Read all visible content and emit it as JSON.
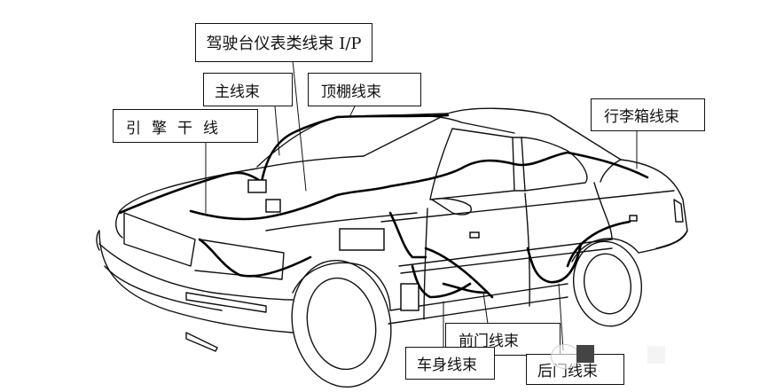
{
  "diagram": {
    "subject": "Car wiring harness layout",
    "colors": {
      "line": "#111111",
      "harness": "#000000",
      "background": "#ffffff",
      "watermark_block": "#444444"
    },
    "labels": [
      {
        "id": "instrument-panel-harness",
        "text": "驾驶台仪表类线束 I/P"
      },
      {
        "id": "main-harness",
        "text": "主线束"
      },
      {
        "id": "roof-harness",
        "text": "顶棚线束"
      },
      {
        "id": "engine-harness",
        "text": "引擎干线"
      },
      {
        "id": "trunk-harness",
        "text": "行李箱线束"
      },
      {
        "id": "front-door-harness",
        "text": "前门线束"
      },
      {
        "id": "body-harness",
        "text": "车身线束"
      },
      {
        "id": "rear-door-harness",
        "text": "后门线束"
      }
    ]
  }
}
